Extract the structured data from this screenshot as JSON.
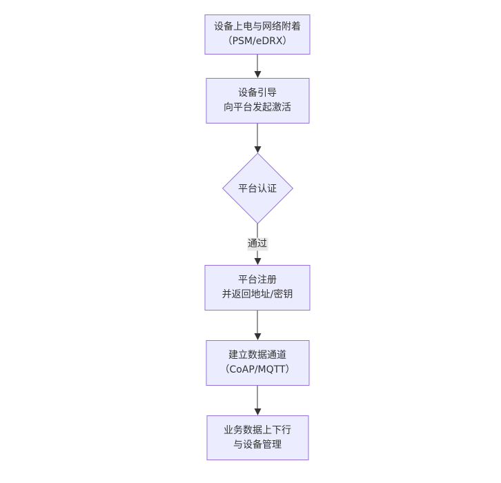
{
  "flowchart": {
    "colors": {
      "background": "#ffffff",
      "node_fill": "#ECECFF",
      "node_border": "#9370DB",
      "text": "#333333",
      "edge": "#333333",
      "edge_label_bg": "#e8e8e8"
    },
    "nodes": [
      {
        "id": "power-attach",
        "shape": "rect",
        "lines": [
          "设备上电与网络附着",
          "（PSM/eDRX）"
        ]
      },
      {
        "id": "bootstrap",
        "shape": "rect",
        "lines": [
          "设备引导",
          "向平台发起激活"
        ]
      },
      {
        "id": "platform-auth",
        "shape": "diamond",
        "lines": [
          "平台认证"
        ]
      },
      {
        "id": "register",
        "shape": "rect",
        "lines": [
          "平台注册",
          "并返回地址/密钥"
        ]
      },
      {
        "id": "data-channel",
        "shape": "rect",
        "lines": [
          "建立数据通道",
          "（CoAP/MQTT）"
        ]
      },
      {
        "id": "business-data",
        "shape": "rect",
        "lines": [
          "业务数据上下行",
          "与设备管理"
        ]
      }
    ],
    "edges": [
      {
        "from": "power-attach",
        "to": "bootstrap",
        "label": ""
      },
      {
        "from": "bootstrap",
        "to": "platform-auth",
        "label": ""
      },
      {
        "from": "platform-auth",
        "to": "register",
        "label": "通过"
      },
      {
        "from": "register",
        "to": "data-channel",
        "label": ""
      },
      {
        "from": "data-channel",
        "to": "business-data",
        "label": ""
      }
    ]
  }
}
